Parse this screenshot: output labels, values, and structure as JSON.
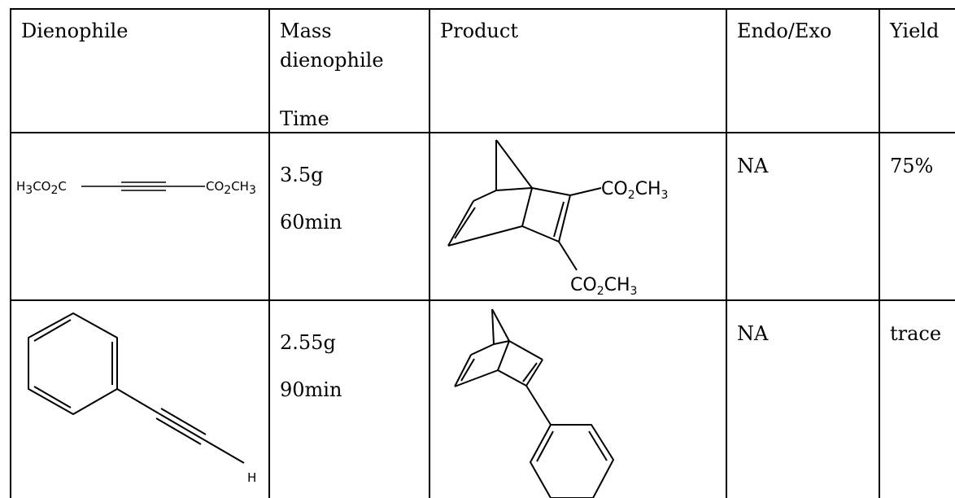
{
  "table": {
    "headers": {
      "dienophile": "Dienophile",
      "mass_line1": "Mass",
      "mass_line2": "dienophile",
      "time": "Time",
      "product": "Product",
      "endo_exo": "Endo/Exo",
      "yield": "Yield"
    },
    "rows": [
      {
        "dienophile_left": "H3CO2C",
        "dienophile_right": "CO2CH3",
        "mass": "3.5g",
        "time": "60min",
        "product_sub_top": "CO2CH3",
        "product_sub_bottom": "CO2CH3",
        "endo_exo": "NA",
        "yield": "75%"
      },
      {
        "dienophile_h": "H",
        "mass": "2.55g",
        "time": "90min",
        "endo_exo": "NA",
        "yield": "trace"
      }
    ]
  }
}
